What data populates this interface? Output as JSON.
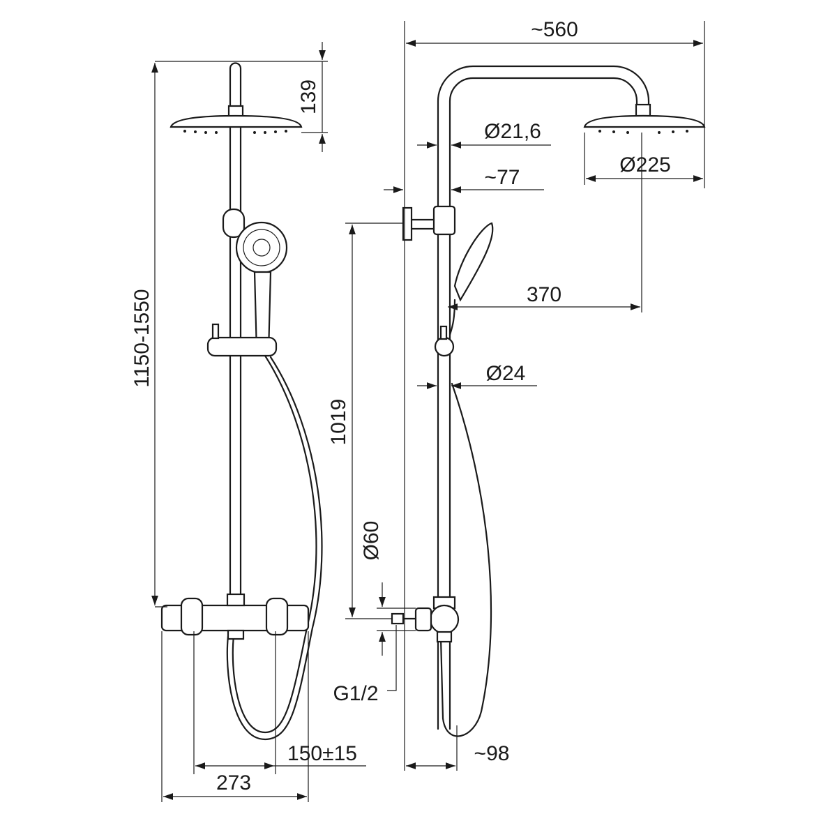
{
  "title": "Shower system dimension drawing",
  "dimensions": {
    "total_width": "~560",
    "head_height": "139",
    "arm_diameter": "Ø21,6",
    "head_diameter": "Ø225",
    "wall_to_bar": "~77",
    "height_range": "1150-1550",
    "arm_reach": "370",
    "bar_height": "1019",
    "rod_diameter": "Ø24",
    "escutcheon_diameter": "Ø60",
    "thread": "G1/2",
    "inlet_spacing": "150±15",
    "depth": "~98",
    "mixer_width": "273"
  }
}
